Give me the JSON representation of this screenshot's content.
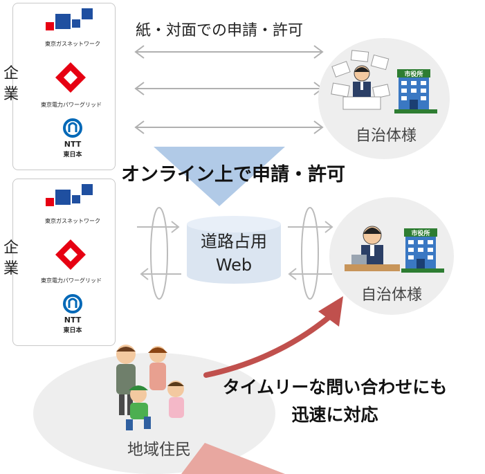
{
  "top_section": {
    "enterprise_label": "企業",
    "arrow_caption": "紙・対面での申請・許可",
    "municipality_label": "自治体様"
  },
  "logos": {
    "tokyo_gas": "東京ガスネットワーク",
    "tepco_pg": "東京電力パワーグリッド",
    "ntt_name": "NTT",
    "ntt_sub": "東日本"
  },
  "transition_heading": "オンライン上で申請・許可",
  "bottom_section": {
    "enterprise_label": "企業",
    "system_name_line1": "道路占用",
    "system_name_line2": "Web",
    "municipality_label": "自治体様"
  },
  "residents": {
    "label": "地域住民",
    "message_line1": "タイムリーな問い合わせにも",
    "message_line2": "迅速に対応"
  },
  "colors": {
    "arrow_gray": "#b0b0b0",
    "down_arrow_blue": "#a9c4e4",
    "red_arrow": "#c0504d",
    "cylinder": "#dbe5f1",
    "gas_blue": "#1f4fa0",
    "tepco_red": "#e60012",
    "ntt_blue": "#0068b7"
  }
}
